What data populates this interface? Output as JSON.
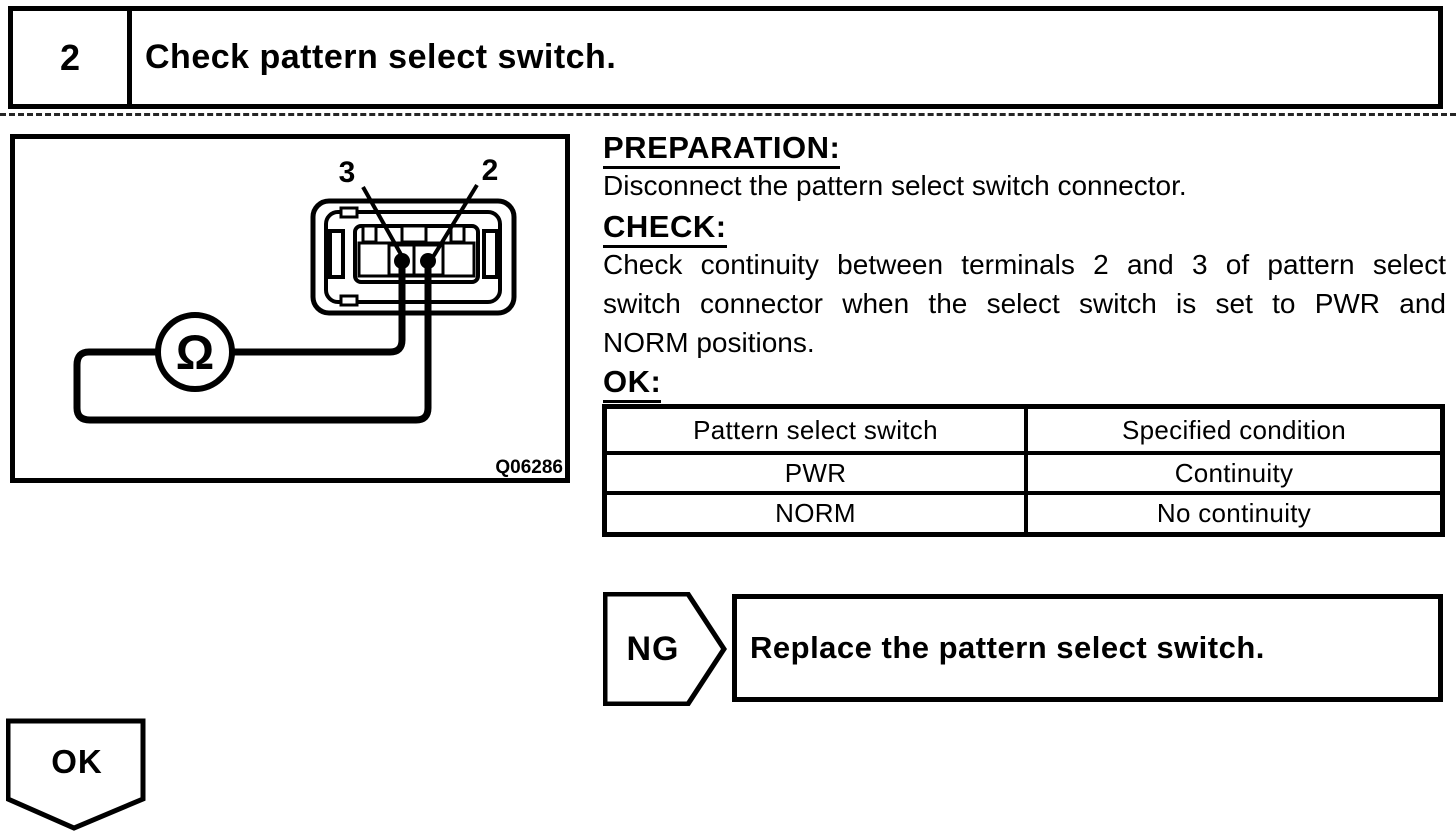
{
  "page": {
    "background": "#ffffff",
    "ink": "#000000"
  },
  "step_header": {
    "number": "2",
    "title": "Check pattern select switch."
  },
  "figure": {
    "terminal_labels": [
      "3",
      "2"
    ],
    "meter_symbol": "Ω",
    "figure_code": "Q06286"
  },
  "instructions": {
    "preparation_heading": "PREPARATION:",
    "preparation_text": "Disconnect the pattern select switch connector.",
    "check_heading": "CHECK:",
    "check_lines": [
      "Check continuity between terminals 2 and 3 of pattern select",
      "switch connector when the select switch is set to PWR and",
      "NORM positions."
    ],
    "ok_heading": "OK:"
  },
  "spec_table": {
    "headers": [
      "Pattern select switch",
      "Specified condition"
    ],
    "rows": [
      [
        "PWR",
        "Continuity"
      ],
      [
        "NORM",
        "No continuity"
      ]
    ]
  },
  "ng_branch": {
    "label": "NG",
    "action": "Replace the pattern select switch."
  },
  "ok_branch": {
    "label": "OK"
  }
}
